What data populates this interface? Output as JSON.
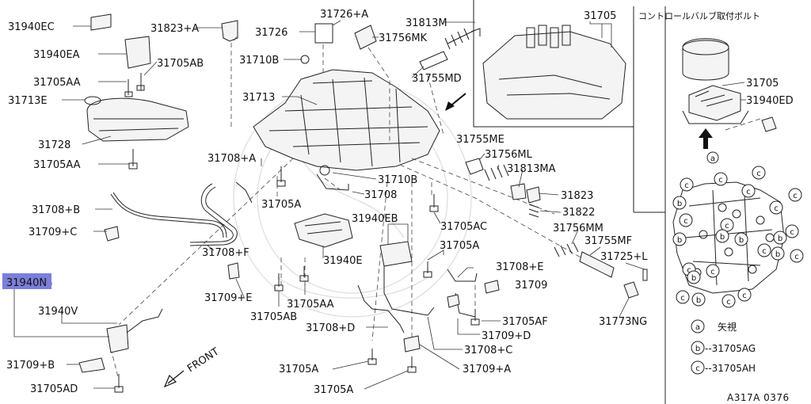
{
  "labels": [
    {
      "id": "l_31940EC",
      "text": "31940EC"
    },
    {
      "id": "l_31823A",
      "text": "31823+A"
    },
    {
      "id": "l_31940EA",
      "text": "31940EA"
    },
    {
      "id": "l_31705AB_top",
      "text": "31705AB"
    },
    {
      "id": "l_31705AA_top",
      "text": "31705AA"
    },
    {
      "id": "l_31713E",
      "text": "31713E"
    },
    {
      "id": "l_31728",
      "text": "31728"
    },
    {
      "id": "l_31705AA_mid",
      "text": "31705AA"
    },
    {
      "id": "l_31726A",
      "text": "31726+A"
    },
    {
      "id": "l_31726",
      "text": "31726"
    },
    {
      "id": "l_31710B_top",
      "text": "31710B"
    },
    {
      "id": "l_31713",
      "text": "31713"
    },
    {
      "id": "l_31813M",
      "text": "31813M"
    },
    {
      "id": "l_31756MK",
      "text": "31756MK"
    },
    {
      "id": "l_31755MD",
      "text": "31755MD"
    },
    {
      "id": "l_31705_box",
      "text": "31705"
    },
    {
      "id": "l_31708A",
      "text": "31708+A"
    },
    {
      "id": "l_31710B_mid",
      "text": "31710B"
    },
    {
      "id": "l_31708",
      "text": "31708"
    },
    {
      "id": "l_31705A_1",
      "text": "31705A"
    },
    {
      "id": "l_31708B",
      "text": "31708+B"
    },
    {
      "id": "l_31709C",
      "text": "31709+C"
    },
    {
      "id": "l_31708F",
      "text": "31708+F"
    },
    {
      "id": "l_31940EB",
      "text": "31940EB"
    },
    {
      "id": "l_31940E",
      "text": "31940E"
    },
    {
      "id": "l_31705AC",
      "text": "31705AC"
    },
    {
      "id": "l_31755ME",
      "text": "31755ME"
    },
    {
      "id": "l_31756ML",
      "text": "31756ML"
    },
    {
      "id": "l_31813MA",
      "text": "31813MA"
    },
    {
      "id": "l_31823",
      "text": "31823"
    },
    {
      "id": "l_31822",
      "text": "31822"
    },
    {
      "id": "l_31756MM",
      "text": "31756MM"
    },
    {
      "id": "l_31755MF",
      "text": "31755MF"
    },
    {
      "id": "l_31725L",
      "text": "31725+L"
    },
    {
      "id": "l_31705A_2",
      "text": "31705A"
    },
    {
      "id": "l_31708E",
      "text": "31708+E"
    },
    {
      "id": "l_31709",
      "text": "31709"
    },
    {
      "id": "l_31709E",
      "text": "31709+E"
    },
    {
      "id": "l_31705AA_low",
      "text": "31705AA"
    },
    {
      "id": "l_31705AB_low",
      "text": "31705AB"
    },
    {
      "id": "l_31940N",
      "text": "31940N"
    },
    {
      "id": "l_31940V",
      "text": "31940V"
    },
    {
      "id": "l_31708D",
      "text": "31708+D"
    },
    {
      "id": "l_31705AF",
      "text": "31705AF"
    },
    {
      "id": "l_31709D",
      "text": "31709+D"
    },
    {
      "id": "l_31708C",
      "text": "31708+C"
    },
    {
      "id": "l_31773NG",
      "text": "31773NG"
    },
    {
      "id": "l_31709B",
      "text": "31709+B"
    },
    {
      "id": "l_31705A_3",
      "text": "31705A"
    },
    {
      "id": "l_31709A",
      "text": "31709+A"
    },
    {
      "id": "l_31705AD",
      "text": "31705AD"
    },
    {
      "id": "l_31705A_4",
      "text": "31705A"
    },
    {
      "id": "l_31705_inset",
      "text": "31705"
    },
    {
      "id": "l_31940ED",
      "text": "31940ED"
    }
  ],
  "highlight": {
    "code": "31940N"
  },
  "front_label": "FRONT",
  "inset": {
    "title": "コントロールバルブ取付ボルト",
    "callout": "a"
  },
  "legend": [
    {
      "mark": "a",
      "text": "矢視"
    },
    {
      "mark": "b",
      "text": "--31705AG"
    },
    {
      "mark": "c",
      "text": "--31705AH"
    }
  ],
  "bolt_map": {
    "c_marks": [
      "c",
      "c",
      "c",
      "c",
      "c",
      "c",
      "c",
      "c",
      "c",
      "c",
      "c",
      "c",
      "c",
      "c",
      "c",
      "c"
    ],
    "b_marks": [
      "b",
      "b",
      "b",
      "b",
      "b",
      "b",
      "b",
      "b"
    ]
  },
  "diagram_code": "A317A 0376",
  "colors": {
    "highlight": "#7b7fd9",
    "line": "#222222"
  }
}
